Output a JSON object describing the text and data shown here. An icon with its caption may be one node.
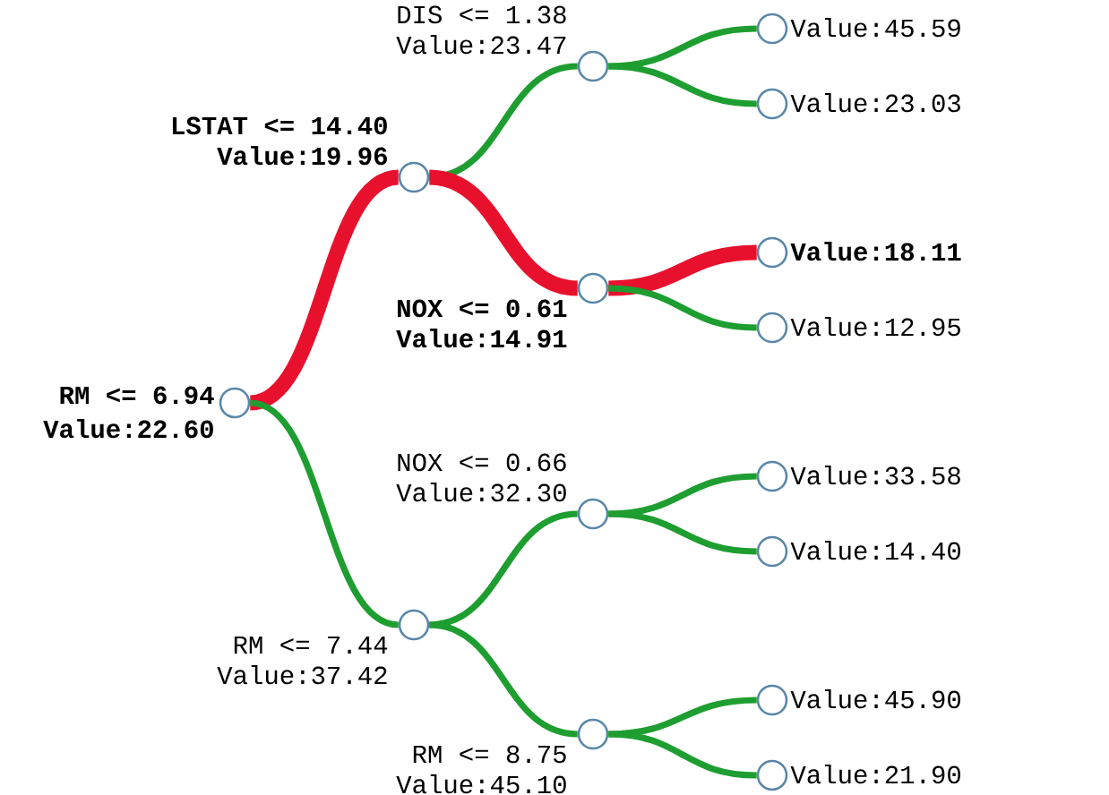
{
  "diagram": {
    "nodes": [
      {
        "text": [],
        "shape": "circle",
        "beside": [
          "RM <= 6.94",
          "Value:22.60"
        ]
      },
      {
        "text": [],
        "shape": "circle",
        "beside": [
          "LSTAT <= 14.40",
          "Value:19.96"
        ]
      },
      {
        "text": [],
        "shape": "circle",
        "beside": [
          "DIS <= 1.38",
          "Value:23.47"
        ]
      },
      {
        "text": [],
        "shape": "circle",
        "beside": [
          "Value:45.59"
        ]
      },
      {
        "text": [],
        "shape": "circle",
        "beside": [
          "Value:23.03"
        ]
      },
      {
        "text": [],
        "shape": "circle",
        "beside": [
          "NOX <= 0.61",
          "Value:14.91"
        ]
      },
      {
        "text": [],
        "shape": "circle",
        "beside": [
          "Value:18.11"
        ]
      },
      {
        "text": [],
        "shape": "circle",
        "beside": [
          "Value:12.95"
        ]
      },
      {
        "text": [],
        "shape": "circle",
        "beside": [
          "RM <= 7.44",
          "Value:37.42"
        ]
      },
      {
        "text": [],
        "shape": "circle",
        "beside": [
          "NOX <= 0.66",
          "Value:32.30"
        ]
      },
      {
        "text": [],
        "shape": "circle",
        "beside": [
          "Value:33.58"
        ]
      },
      {
        "text": [],
        "shape": "circle",
        "beside": [
          "Value:14.40"
        ]
      },
      {
        "text": [],
        "shape": "circle",
        "beside": [
          "RM <= 8.75",
          "Value:45.10"
        ]
      },
      {
        "text": [],
        "shape": "circle",
        "beside": [
          "Value:45.90"
        ]
      },
      {
        "text": [],
        "shape": "circle",
        "beside": [
          "Value:21.90"
        ]
      }
    ],
    "edges": [
      {
        "from": 0,
        "to": 1,
        "arrow": "none",
        "style": "thick",
        "color": "#e8112d"
      },
      {
        "from": 1,
        "to": 2,
        "arrow": "none"
      },
      {
        "from": 2,
        "to": 3,
        "arrow": "none"
      },
      {
        "from": 2,
        "to": 4,
        "arrow": "none"
      },
      {
        "from": 1,
        "to": 5,
        "arrow": "none",
        "style": "thick",
        "color": "#e8112d"
      },
      {
        "from": 5,
        "to": 6,
        "arrow": "none",
        "style": "thick",
        "color": "#e8112d"
      },
      {
        "from": 5,
        "to": 7,
        "arrow": "none"
      },
      {
        "from": 0,
        "to": 8,
        "arrow": "none"
      },
      {
        "from": 8,
        "to": 9,
        "arrow": "none"
      },
      {
        "from": 9,
        "to": 10,
        "arrow": "none"
      },
      {
        "from": 9,
        "to": 11,
        "arrow": "none"
      },
      {
        "from": 8,
        "to": 12,
        "arrow": "none"
      },
      {
        "from": 12,
        "to": 13,
        "arrow": "none"
      },
      {
        "from": 12,
        "to": 14,
        "arrow": "none"
      }
    ]
  }
}
